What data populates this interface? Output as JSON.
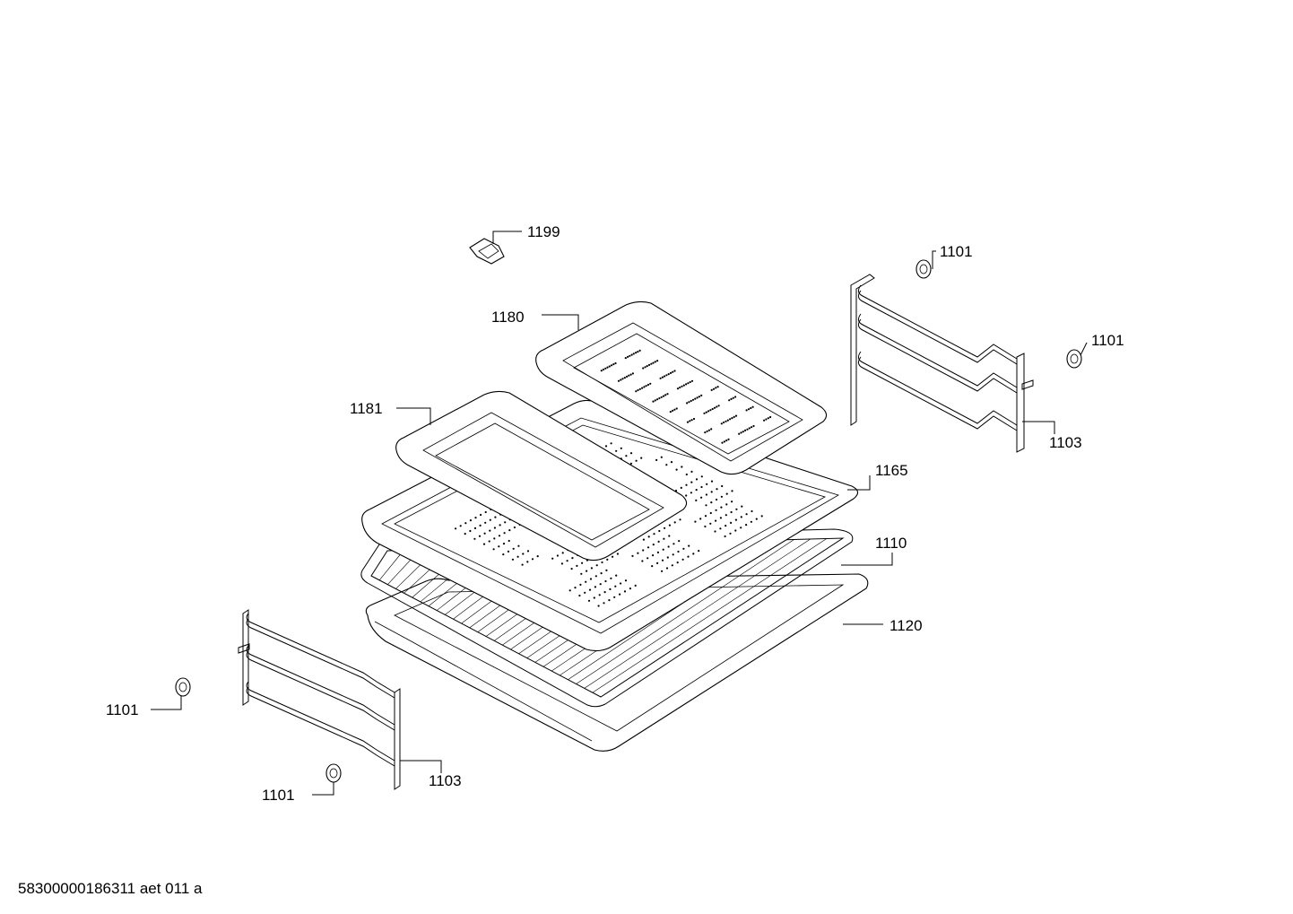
{
  "callouts": [
    {
      "id": "c1199",
      "label": "1199"
    },
    {
      "id": "c1180",
      "label": "1180"
    },
    {
      "id": "c1181",
      "label": "1181"
    },
    {
      "id": "c1165",
      "label": "1165"
    },
    {
      "id": "c1110",
      "label": "1110"
    },
    {
      "id": "c1120",
      "label": "1120"
    },
    {
      "id": "c1103r",
      "label": "1103"
    },
    {
      "id": "c1101a",
      "label": "1101"
    },
    {
      "id": "c1101b",
      "label": "1101"
    },
    {
      "id": "c1103l",
      "label": "1103"
    },
    {
      "id": "c1101c",
      "label": "1101"
    },
    {
      "id": "c1101d",
      "label": "1101"
    }
  ],
  "footer": {
    "code": "58300000186311 aet 011 a"
  }
}
